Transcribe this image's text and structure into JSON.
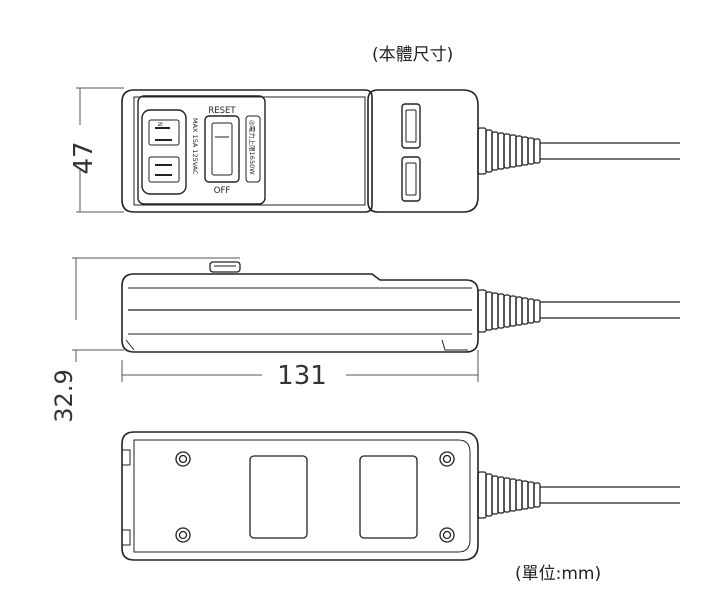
{
  "captions": {
    "body_size": "(本體尺寸)",
    "unit": "(單位:mm)"
  },
  "dimensions": {
    "height_top_view": "47",
    "height_side_view": "32.9",
    "length": "131"
  },
  "device_labels": {
    "reset": "RESET",
    "off": "OFF",
    "rating": "MAX 15A 125VAC",
    "power_limit": "◎電力上限1650W",
    "pole_n": "N"
  }
}
